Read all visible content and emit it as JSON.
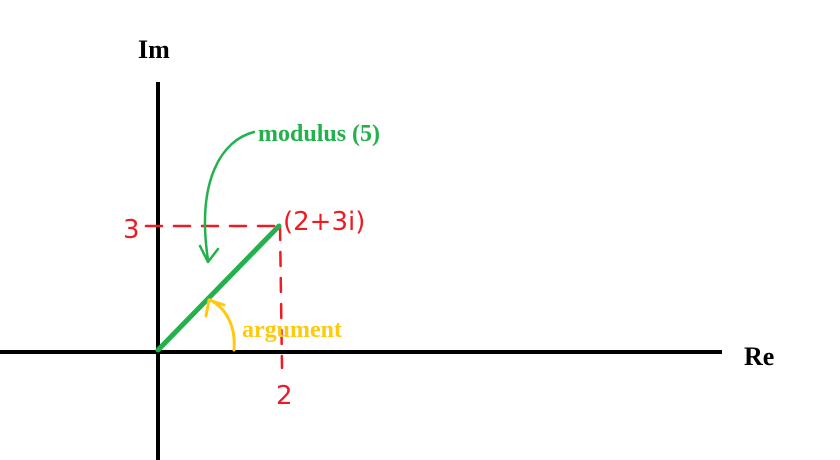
{
  "axes": {
    "imaginary_label": "Im",
    "real_label": "Re"
  },
  "point": {
    "label": "(2+3i)",
    "real_tick": "2",
    "imag_tick": "3"
  },
  "annotations": {
    "modulus": "modulus (5)",
    "argument": "argument"
  },
  "colors": {
    "axes": "#000000",
    "modulus": "#22b14c",
    "argument": "#ffc90e",
    "projection": "#ed1c24",
    "background": "#ffffff"
  }
}
